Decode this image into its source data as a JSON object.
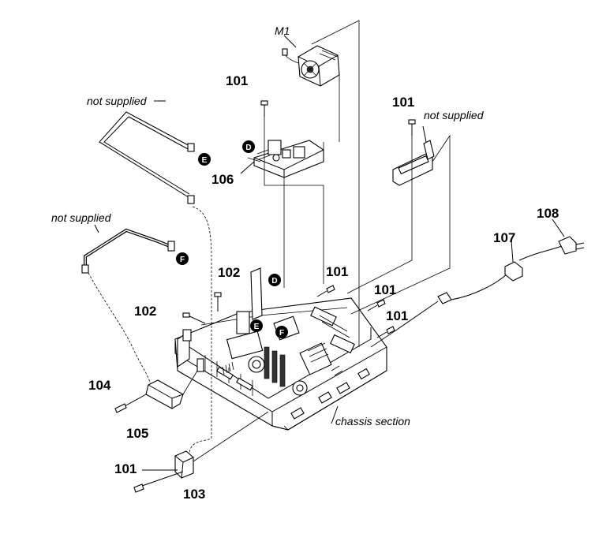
{
  "labels": {
    "m1": "M1",
    "p101a": "101",
    "p101b": "101",
    "p101c": "101",
    "p101d": "101",
    "p101e": "101",
    "p101f": "101",
    "p102a": "102",
    "p102b": "102",
    "p103": "103",
    "p104": "104",
    "p105": "105",
    "p106": "106",
    "p107": "107",
    "p108": "108"
  },
  "notes": {
    "not_supplied_1": "not supplied",
    "not_supplied_2": "not supplied",
    "not_supplied_3": "not supplied",
    "chassis_section": "chassis section"
  },
  "markers": {
    "d1": "D",
    "d2": "D",
    "e1": "E",
    "e2": "E",
    "f1": "F",
    "f2": "F"
  }
}
